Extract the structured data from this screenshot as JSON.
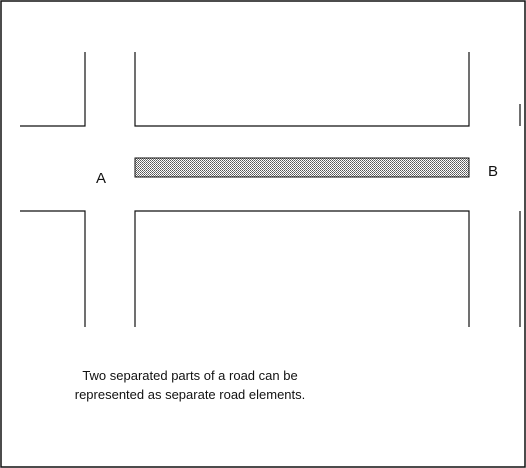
{
  "diagram": {
    "point_a_label": "A",
    "point_b_label": "B",
    "caption_line_1": "Two separated parts of a road can be",
    "caption_line_2": "represented as separate road elements.",
    "colors": {
      "line": "#111111",
      "road_element_fill": "#bdbdbd",
      "background": "#ffffff"
    }
  }
}
